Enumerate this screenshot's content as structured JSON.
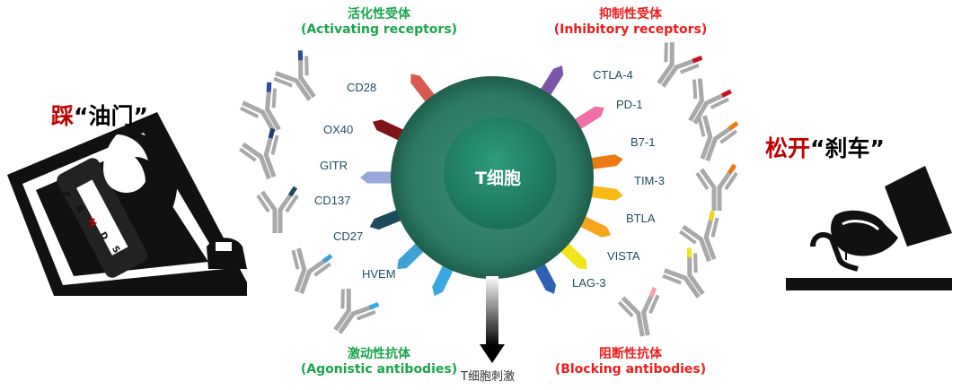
{
  "left_title": {
    "verb": "踩",
    "quote": "“油门”"
  },
  "right_title": {
    "verb": "松开",
    "quote": "“刹车”"
  },
  "activating": {
    "zh": "活化性受体",
    "en": "(Activating receptors)",
    "color": "#1aa54d"
  },
  "inhibitory": {
    "zh": "抑制性受体",
    "en": "(Inhibitory receptors)",
    "color": "#ee1c1c"
  },
  "agonistic": {
    "zh": "激动性抗体",
    "en": "(Agonistic antibodies)",
    "color": "#1aa54d"
  },
  "blocking": {
    "zh": "阻断性抗体",
    "en": "(Blocking antibodies)",
    "color": "#ee1c1c"
  },
  "cell_label": "T细胞",
  "stim_label": "T细胞刺激",
  "shifter_letters": [
    "P",
    "R",
    "N",
    "D",
    "S"
  ],
  "left_receptors": [
    {
      "name": "CD28",
      "color": "#d85a4f"
    },
    {
      "name": "OX40",
      "color": "#7f1416"
    },
    {
      "name": "GITR",
      "color": "#9aa7da"
    },
    {
      "name": "CD137",
      "color": "#1e4a5e"
    },
    {
      "name": "CD27",
      "color": "#3fa1d4"
    },
    {
      "name": "HVEM",
      "color": "#3aa8e0"
    }
  ],
  "right_receptors": [
    {
      "name": "CTLA-4",
      "color": "#7b56a8"
    },
    {
      "name": "PD-1",
      "color": "#f06fa6"
    },
    {
      "name": "B7-1",
      "color": "#ec7b14"
    },
    {
      "name": "TIM-3",
      "color": "#fbb917"
    },
    {
      "name": "BTLA",
      "color": "#f6a51d"
    },
    {
      "name": "VISTA",
      "color": "#f2e41c"
    },
    {
      "name": "LAG-3",
      "color": "#2d62b3"
    }
  ],
  "left_antibody_tips": [
    "#2e4a9c",
    "#2e4a9c",
    "#1e3c6e",
    "#1e4a5e",
    "#3fa1d4",
    "#3aa8e0"
  ],
  "right_antibody_tips": [
    "#c7141b",
    "#c7141b",
    "#ec7b14",
    "#ec7b14",
    "#f2d21c",
    "#f2e41c",
    "#f4a3ad"
  ]
}
